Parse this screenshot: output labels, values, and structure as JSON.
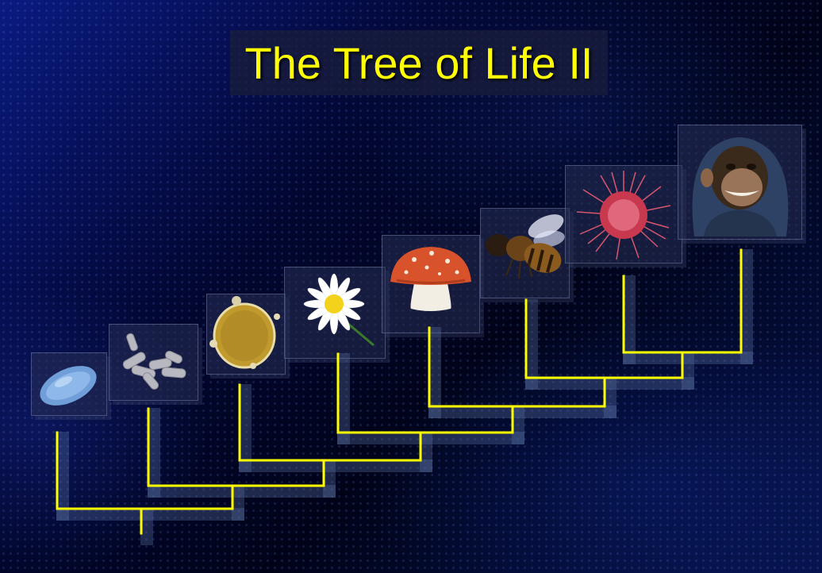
{
  "slide": {
    "title": "The Tree of Life II"
  },
  "organisms": [
    {
      "name": "bacterium",
      "icon": "bacterium-icon"
    },
    {
      "name": "rod-bacteria",
      "icon": "rod-bacteria-icon"
    },
    {
      "name": "amoeba",
      "icon": "amoeba-icon"
    },
    {
      "name": "daisy",
      "icon": "daisy-icon"
    },
    {
      "name": "mushroom",
      "icon": "mushroom-icon"
    },
    {
      "name": "bee",
      "icon": "bee-icon"
    },
    {
      "name": "sea-urchin",
      "icon": "sea-urchin-icon"
    },
    {
      "name": "chimpanzee",
      "icon": "chimpanzee-icon"
    }
  ],
  "colors": {
    "title": "#ffff00",
    "tree_line": "#ffff00",
    "tree_shadow": "#5a6fa0"
  }
}
